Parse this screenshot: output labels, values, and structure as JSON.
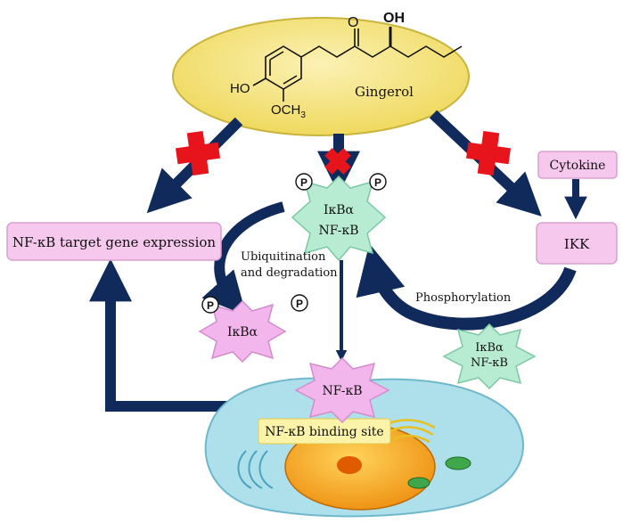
{
  "colors": {
    "gingerol_fill": "#f3e27a",
    "gingerol_stroke": "#c9b43c",
    "arrow_navy": "#102a5c",
    "inhibit_red": "#e8141c",
    "pink_box": "#f6c8ee",
    "green_star": "#b7ecd2",
    "pink_star": "#f2b6ec",
    "cell_fill": "#aee0ec",
    "nucleus_fill": "#f5a623"
  },
  "gingerol": {
    "name": "Gingerol",
    "chem": {
      "ketone_o": "O",
      "oh": "OH",
      "ho": "HO",
      "och": "OCH",
      "sub3": "3"
    }
  },
  "boxes": {
    "target_gene": "NF-κB  target gene expression",
    "cytokine": "Cytokine",
    "ikk": "IKK",
    "binding_site": "NF-κB  binding site"
  },
  "stars": {
    "complex_top": {
      "line1": "IκBα",
      "line2": "NF-κB"
    },
    "free_ikb": "IκBα",
    "complex_right": {
      "line1": "IκBα",
      "line2": "NF-κB"
    },
    "nfkb_nucleus": "NF-κB"
  },
  "labels": {
    "ubiquitination_line1": "Ubiquitination",
    "ubiquitination_line2": "and degradation",
    "phosphorylation": "Phosphorylation",
    "p_mark": "P"
  }
}
